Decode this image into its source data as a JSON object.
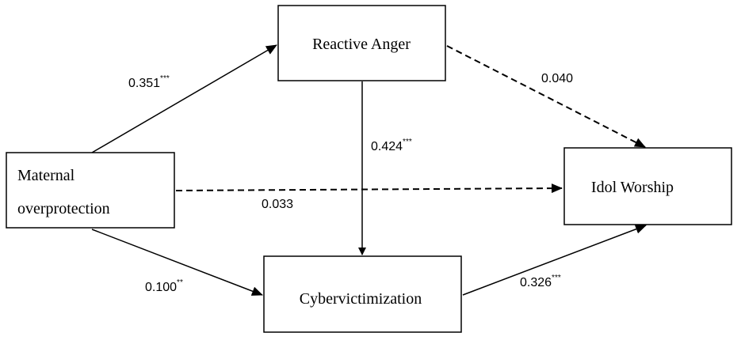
{
  "diagram": {
    "nodes": {
      "maternal": {
        "line1": "Maternal",
        "line2": "overprotection"
      },
      "anger": {
        "label": "Reactive Anger"
      },
      "cyber": {
        "label": "Cybervictimization"
      },
      "idol": {
        "label": "Idol Worship"
      }
    },
    "paths": {
      "maternal_to_anger": {
        "coef": "0.351",
        "sig": "***",
        "significant": true
      },
      "anger_to_idol": {
        "coef": "0.040",
        "sig": "",
        "significant": false
      },
      "anger_to_cyber": {
        "coef": "0.424",
        "sig": "***",
        "significant": true
      },
      "maternal_to_idol": {
        "coef": "0.033",
        "sig": "",
        "significant": false
      },
      "maternal_to_cyber": {
        "coef": "0.100",
        "sig": "**",
        "significant": true
      },
      "cyber_to_idol": {
        "coef": "0.326",
        "sig": "***",
        "significant": true
      }
    },
    "colors": {
      "line": "#000000",
      "box_fill": "#ffffff"
    }
  }
}
